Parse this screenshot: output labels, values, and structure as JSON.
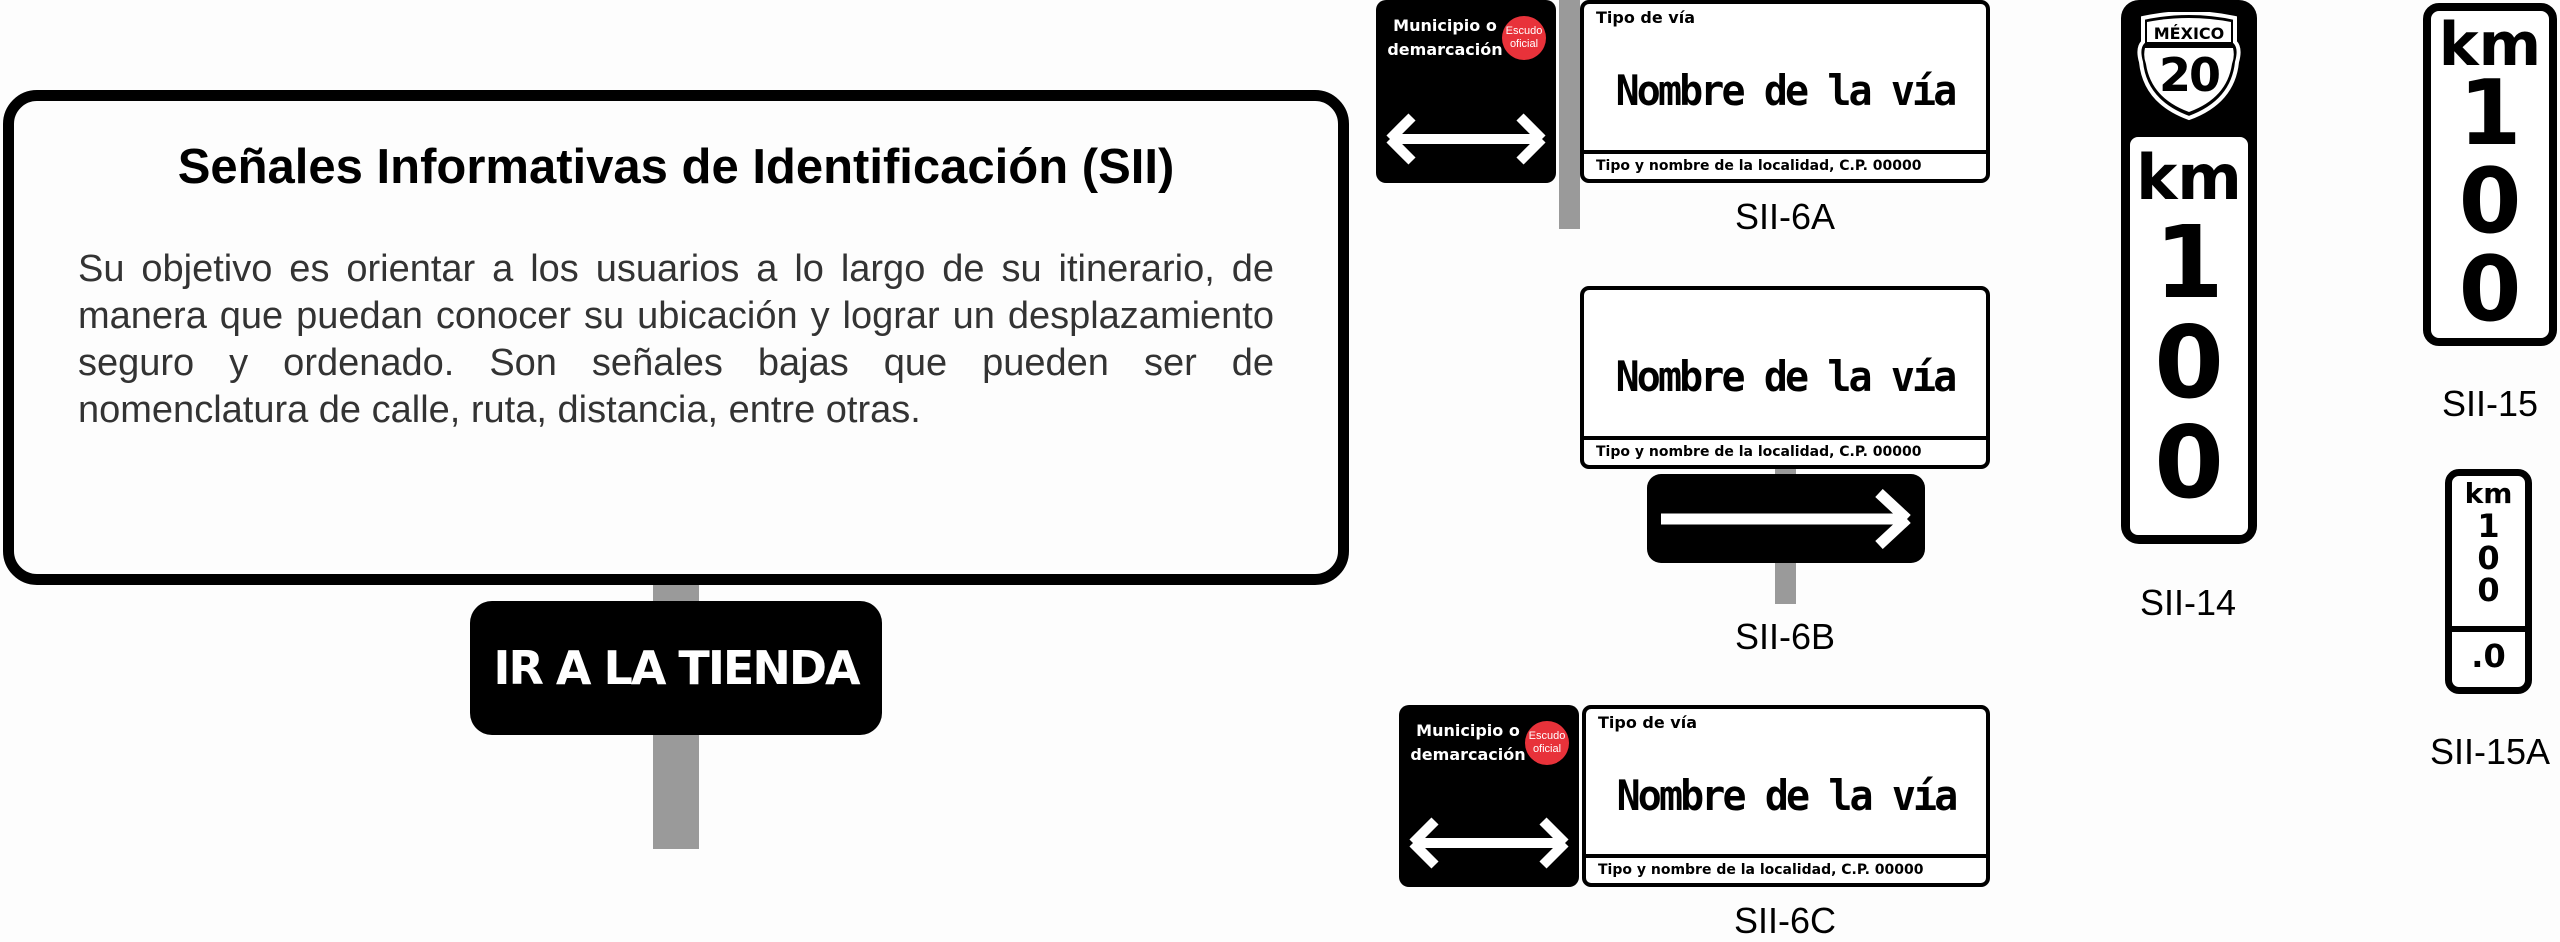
{
  "main": {
    "title": "Señales Informativas de Identificación (SII)",
    "body": "Su objetivo es orientar a los usuarios a lo largo de su itinerario, de manera que puedan conocer su ubicación y lograr un desplazamiento seguro y ordenado. Son señales bajas que pueden ser de nomenclatura de calle, ruta, distancia, entre otras.",
    "store_sign": "IR A LA TIENDA"
  },
  "street_sign": {
    "municipio": "Municipio o demarcación",
    "escudo": "Escudo oficial",
    "tipo": "Tipo de vía",
    "nombre": "Nombre de la vía",
    "localidad": "Tipo y nombre de la localidad, C.P. 00000"
  },
  "labels": {
    "sii6a": "SII-6A",
    "sii6b": "SII-6B",
    "sii6c": "SII-6C",
    "sii14": "SII-14",
    "sii15": "SII-15",
    "sii15a": "SII-15A"
  },
  "route": {
    "country": "MÉXICO",
    "number": "20"
  },
  "km": {
    "unit": "km",
    "d1": "1",
    "d2": "0",
    "d3": "0",
    "decimal": ".0"
  },
  "colors": {
    "escudo": "#e8323a",
    "post": "#9a9a9a"
  }
}
